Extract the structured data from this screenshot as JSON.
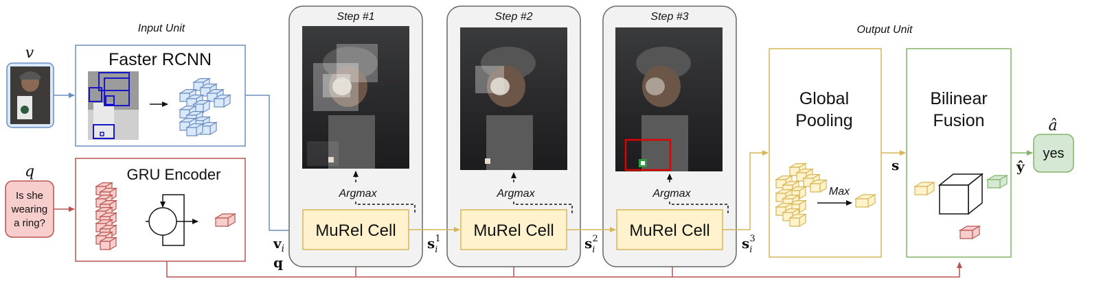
{
  "colors": {
    "blue": "#6c8ebf",
    "blue_fill": "#dae8fc",
    "red": "#b85450",
    "red_fill": "#f8cecc",
    "yellow": "#d6b656",
    "yellow_fill": "#fff2cc",
    "green": "#82b366",
    "green_fill": "#d5e8d4",
    "step_border": "#666666",
    "step_fill": "#f2f2f2",
    "highlight_red": "#e00000"
  },
  "inputs": {
    "v_label": "v",
    "q_label": "q",
    "question_lines": [
      "Is she",
      "wearing",
      "a ring?"
    ]
  },
  "input_unit": {
    "title": "Input Unit",
    "faster_rcnn": "Faster RCNN",
    "gru_encoder": "GRU Encoder"
  },
  "steps": [
    {
      "title": "Step #1",
      "argmax": "Argmax",
      "cell": "MuRel Cell",
      "state_base": "s",
      "state_sub": "i",
      "state_sup": "1"
    },
    {
      "title": "Step #2",
      "argmax": "Argmax",
      "cell": "MuRel Cell",
      "state_base": "s",
      "state_sub": "i",
      "state_sup": "2"
    },
    {
      "title": "Step #3",
      "argmax": "Argmax",
      "cell": "MuRel Cell",
      "state_base": "s",
      "state_sub": "i",
      "state_sup": "3"
    }
  ],
  "cell_inputs": {
    "v_base": "v",
    "v_sub": "i",
    "q": "q"
  },
  "output_unit": {
    "title": "Output Unit",
    "global_pooling": [
      "Global",
      "Pooling"
    ],
    "max_label": "Max",
    "s_label": "s",
    "bilinear_fusion": [
      "Bilinear",
      "Fusion"
    ],
    "y_hat": "ŷ",
    "a_hat": "â",
    "answer": "yes"
  }
}
